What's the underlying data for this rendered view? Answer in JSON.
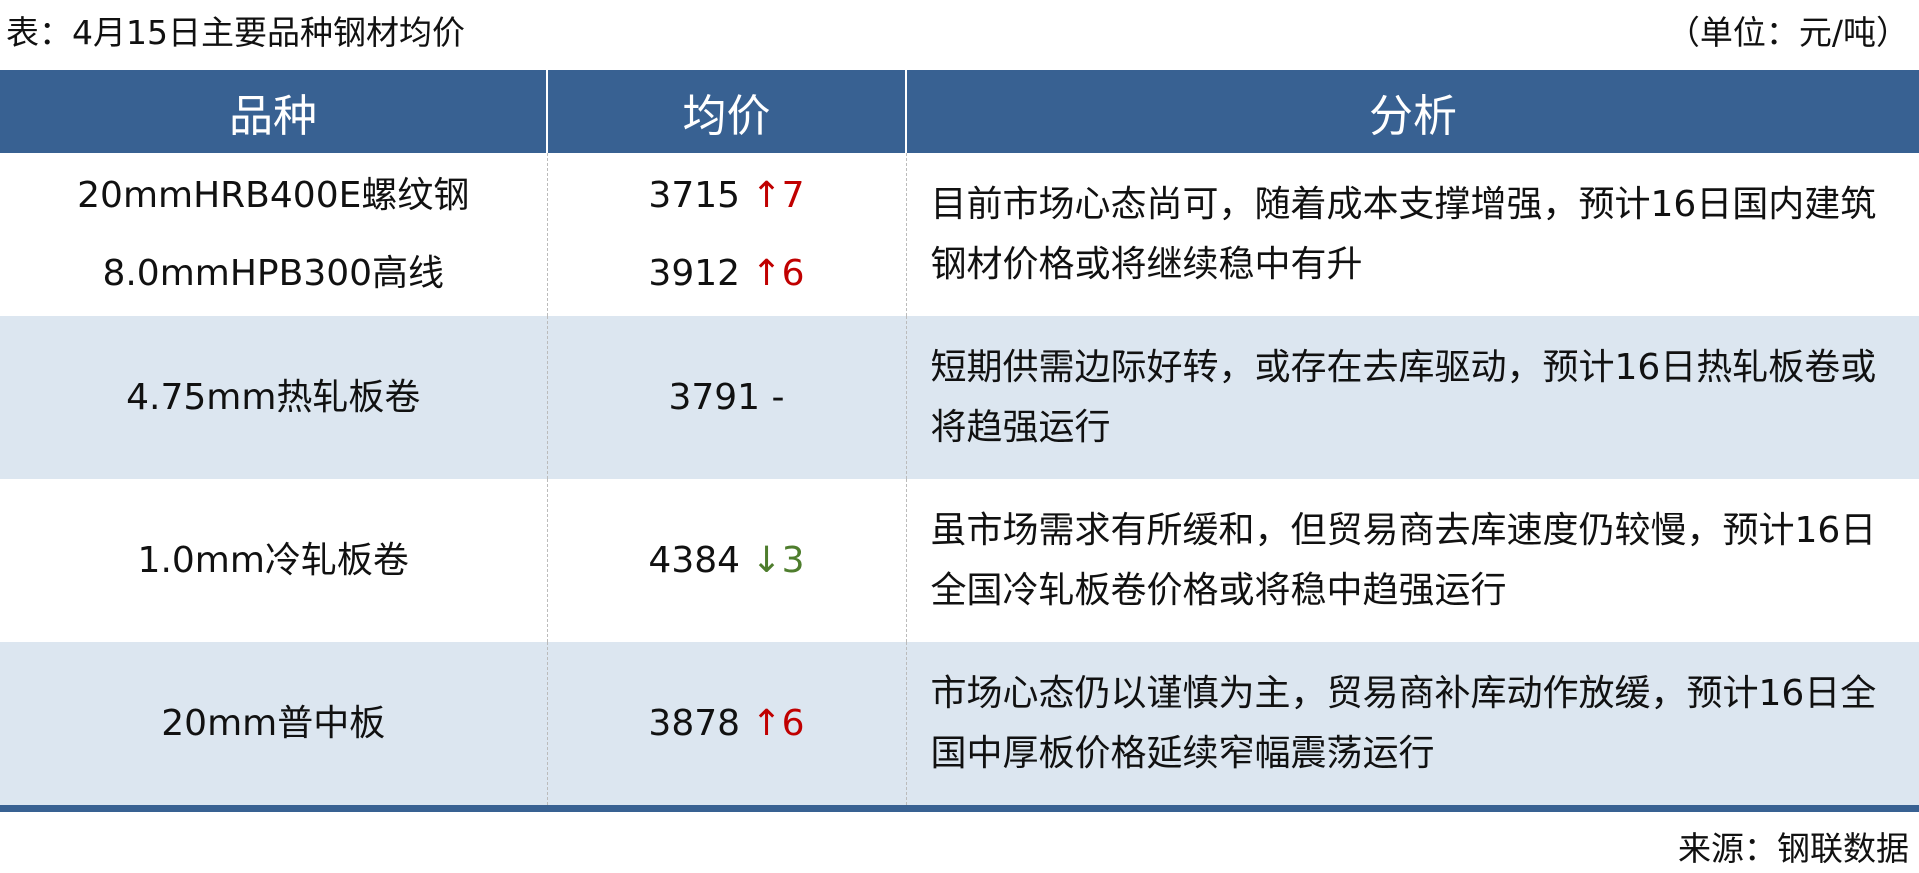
{
  "title": "表：4月15日主要品种钢材均价",
  "unit": "（单位：元/吨）",
  "headers": [
    "品种",
    "均价",
    "分析"
  ],
  "rows": [
    {
      "items": [
        {
          "name": "20mmHRB400E螺纹钢",
          "price": "3715",
          "arrow": "↑",
          "change": "7",
          "dir": "up"
        },
        {
          "name": "8.0mmHPB300高线",
          "price": "3912",
          "arrow": "↑",
          "change": "6",
          "dir": "up"
        }
      ],
      "analysis": "目前市场心态尚可，随着成本支撑增强，预计16日国内建筑钢材价格或将继续稳中有升"
    },
    {
      "items": [
        {
          "name": "4.75mm热轧板卷",
          "price": "3791",
          "arrow": "",
          "change": "-",
          "dir": "flat"
        }
      ],
      "analysis": "短期供需边际好转，或存在去库驱动，预计16日热轧板卷或将趋强运行"
    },
    {
      "items": [
        {
          "name": "1.0mm冷轧板卷",
          "price": "4384",
          "arrow": "↓",
          "change": "3",
          "dir": "down"
        }
      ],
      "analysis": "虽市场需求有所缓和，但贸易商去库速度仍较慢，预计16日全国冷轧板卷价格或将稳中趋强运行"
    },
    {
      "items": [
        {
          "name": "20mm普中板",
          "price": "3878",
          "arrow": "↑",
          "change": "6",
          "dir": "up"
        }
      ],
      "analysis": "市场心态仍以谨慎为主，贸易商补库动作放缓，预计16日全国中厚板价格延续窄幅震荡运行"
    }
  ],
  "source": "来源：钢联数据",
  "colors": {
    "header": "#386192",
    "alt_row": "#dce6f0",
    "up": "#c00000",
    "down": "#4e7d2d"
  }
}
